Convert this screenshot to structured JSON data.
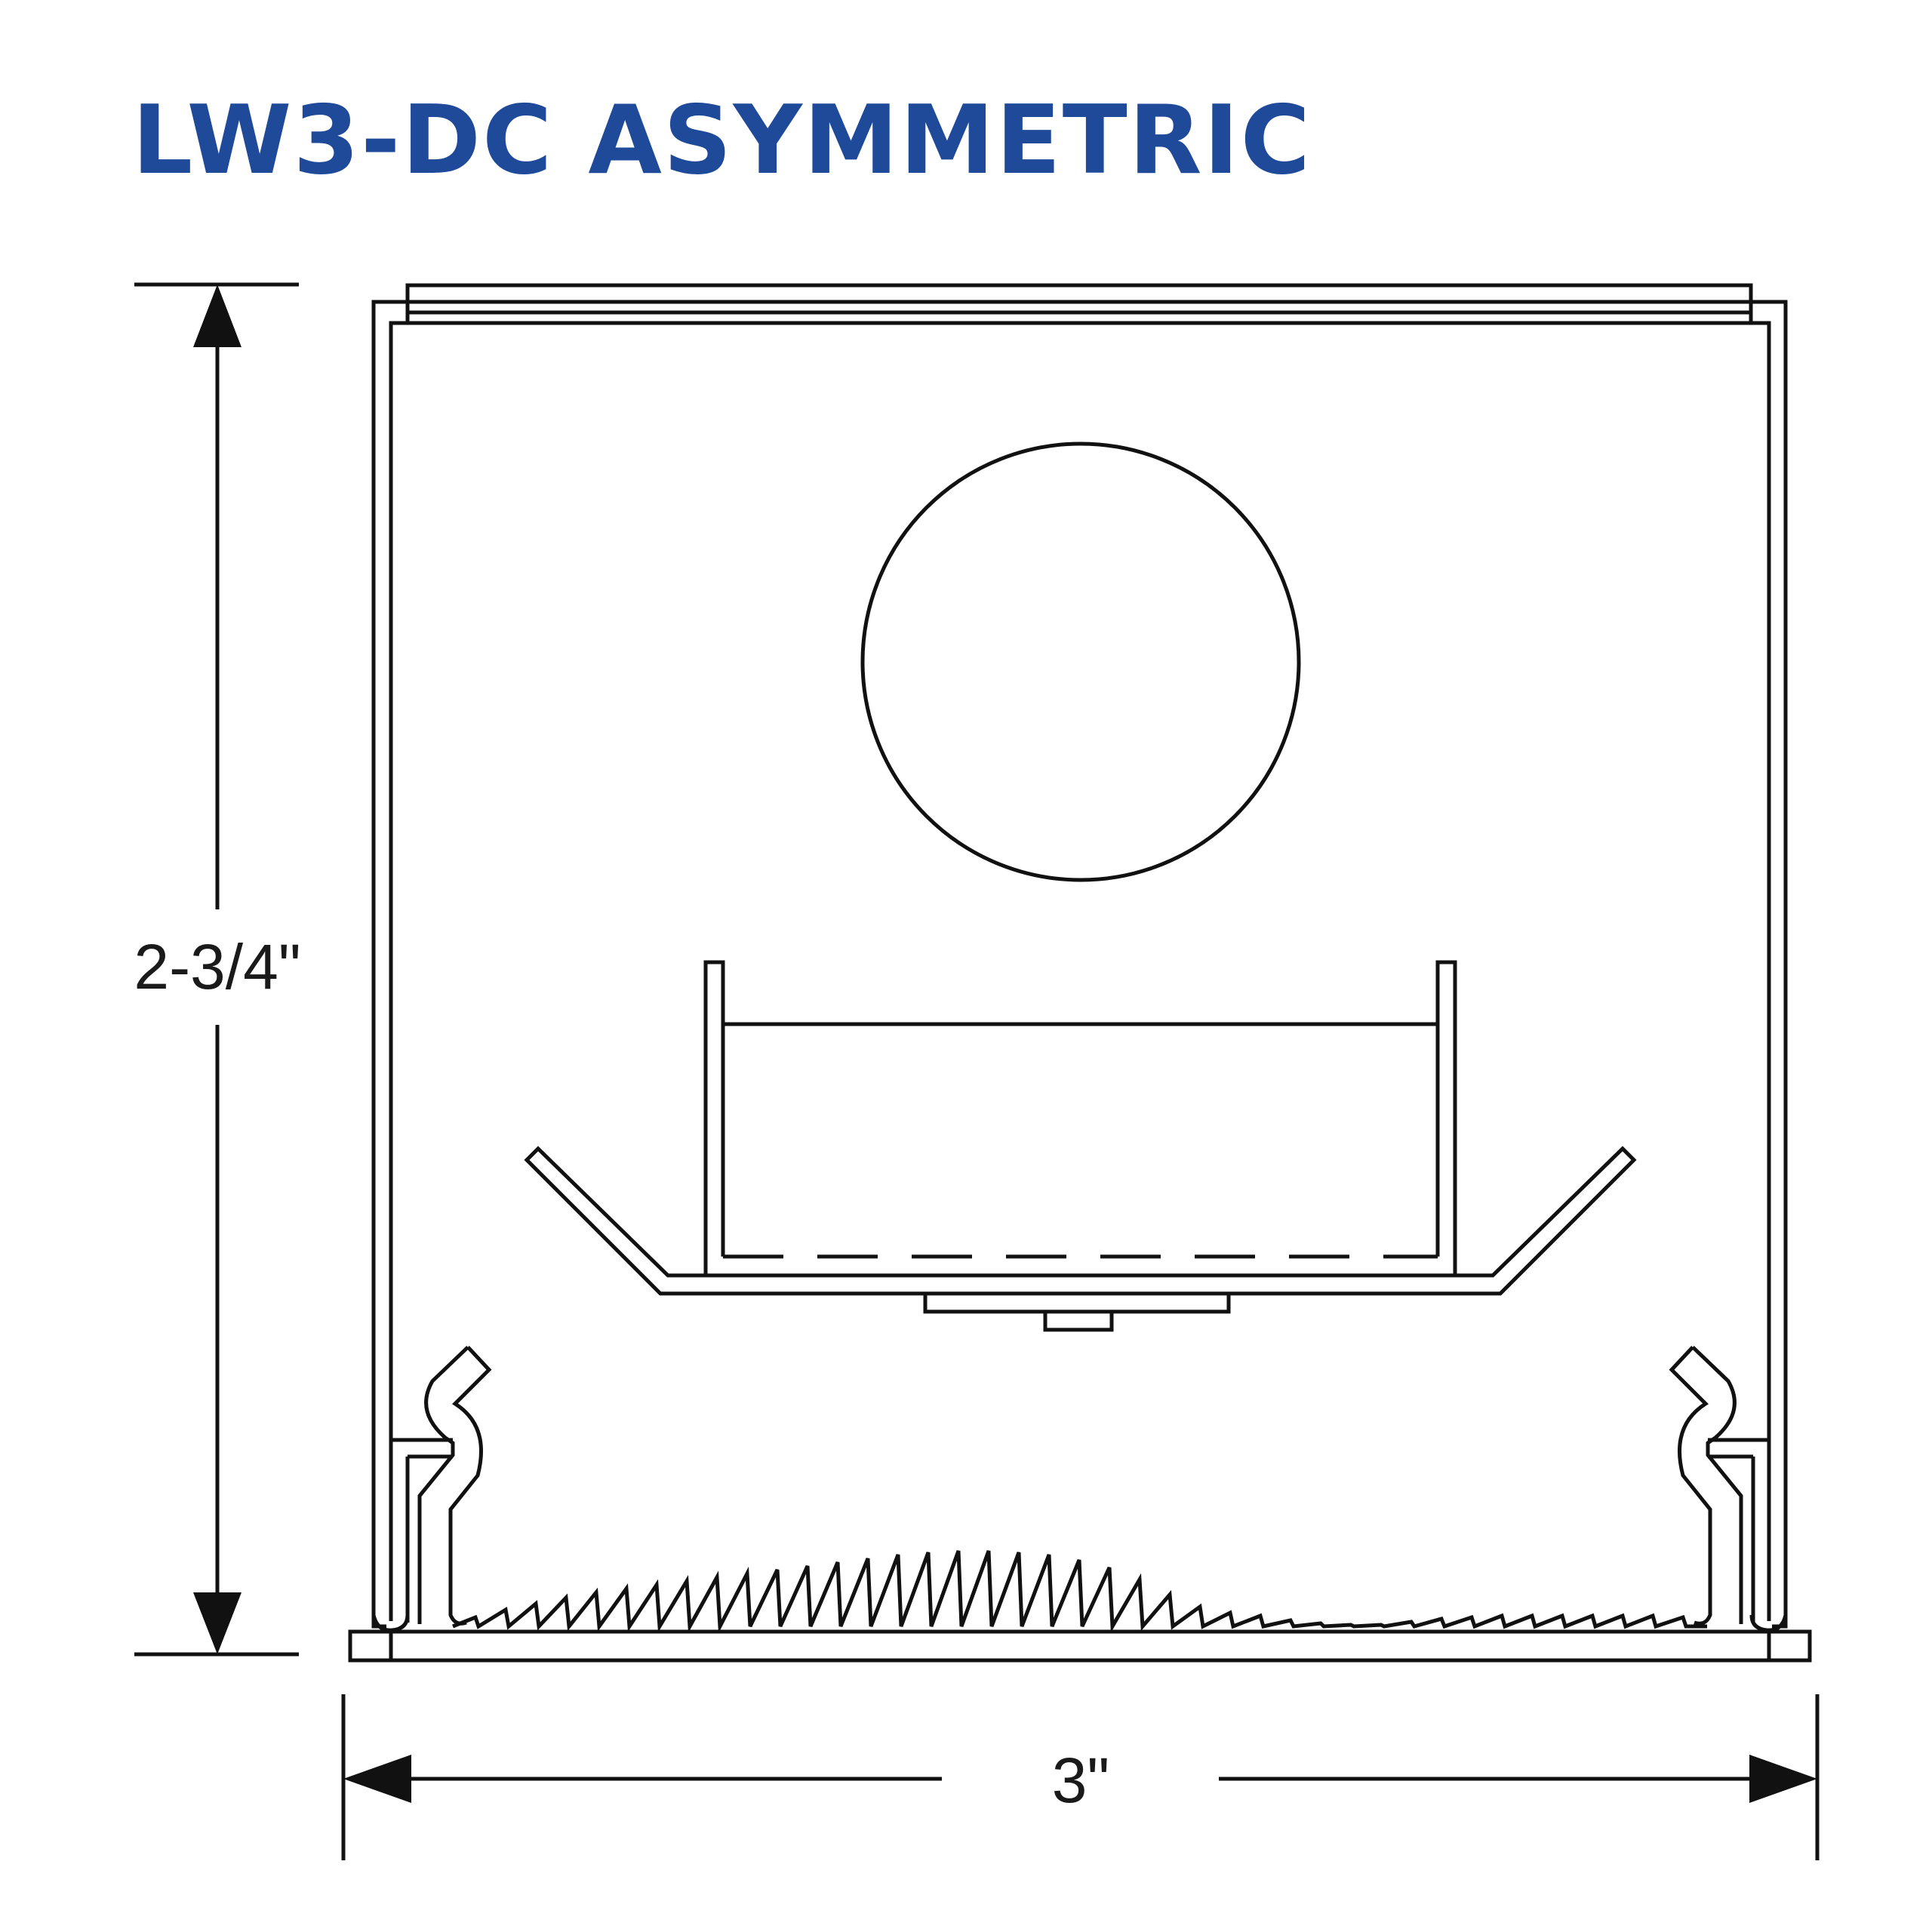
{
  "title": "LW3-DC ASYMMETRIC",
  "colors": {
    "title": "#1f4a99",
    "line": "#111111",
    "background": "#ffffff"
  },
  "dimensions": {
    "height_label": "2-3/4\"",
    "width_label": "3\""
  }
}
